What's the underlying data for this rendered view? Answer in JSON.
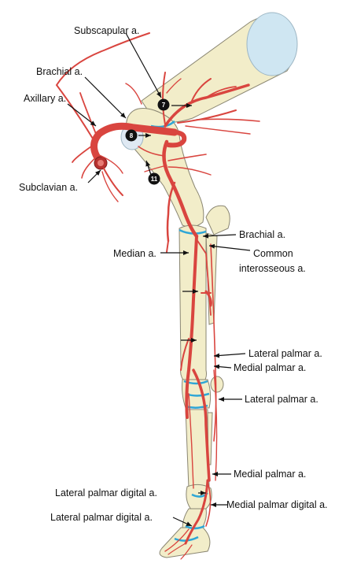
{
  "diagram": {
    "labels": {
      "subscapular": "Subscapular a.",
      "brachial_top": "Brachial a.",
      "axillary": "Axillary a.",
      "subclavian": "Subclavian a.",
      "brachial_mid": "Brachial a.",
      "median": "Median a.",
      "common_interosseous_1": "Common",
      "common_interosseous_2": "interosseous a.",
      "lateral_palmar_upper": "Lateral palmar a.",
      "medial_palmar_upper": "Medial palmar a.",
      "lateral_palmar_mid": "Lateral palmar a.",
      "medial_palmar_lower": "Medial palmar a.",
      "lateral_palmar_digital_1": "Lateral palmar digital a.",
      "medial_palmar_digital": "Medial palmar digital a.",
      "lateral_palmar_digital_2": "Lateral palmar digital a."
    },
    "badges": [
      "7",
      "8",
      "11"
    ],
    "colors": {
      "bone": "#f2edc9",
      "bone_outline": "#8a8672",
      "artery": "#d9453f",
      "artery_dark": "#a8282a",
      "cartilage": "#cfe6f2",
      "joint_blue": "#2ea6d6",
      "badge": "#111111"
    }
  }
}
